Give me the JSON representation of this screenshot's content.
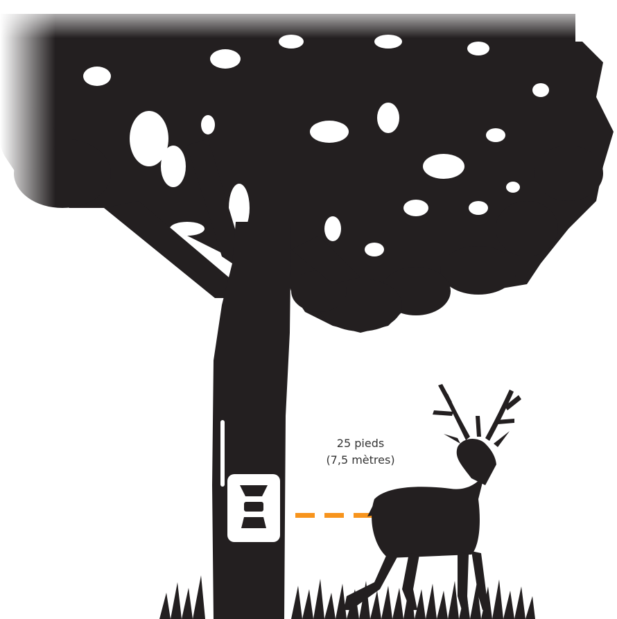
{
  "distance": {
    "line1": "25 pieds",
    "line2": "(7,5 mètres)"
  },
  "colors": {
    "silhouette": "#231f20",
    "arrow": "#f7941d",
    "camera": "#ffffff",
    "label": "#333333"
  },
  "icons": {
    "tree": "tree-silhouette",
    "camera": "trail-camera-icon",
    "deer": "deer-silhouette",
    "arrow": "dashed-arrow"
  }
}
